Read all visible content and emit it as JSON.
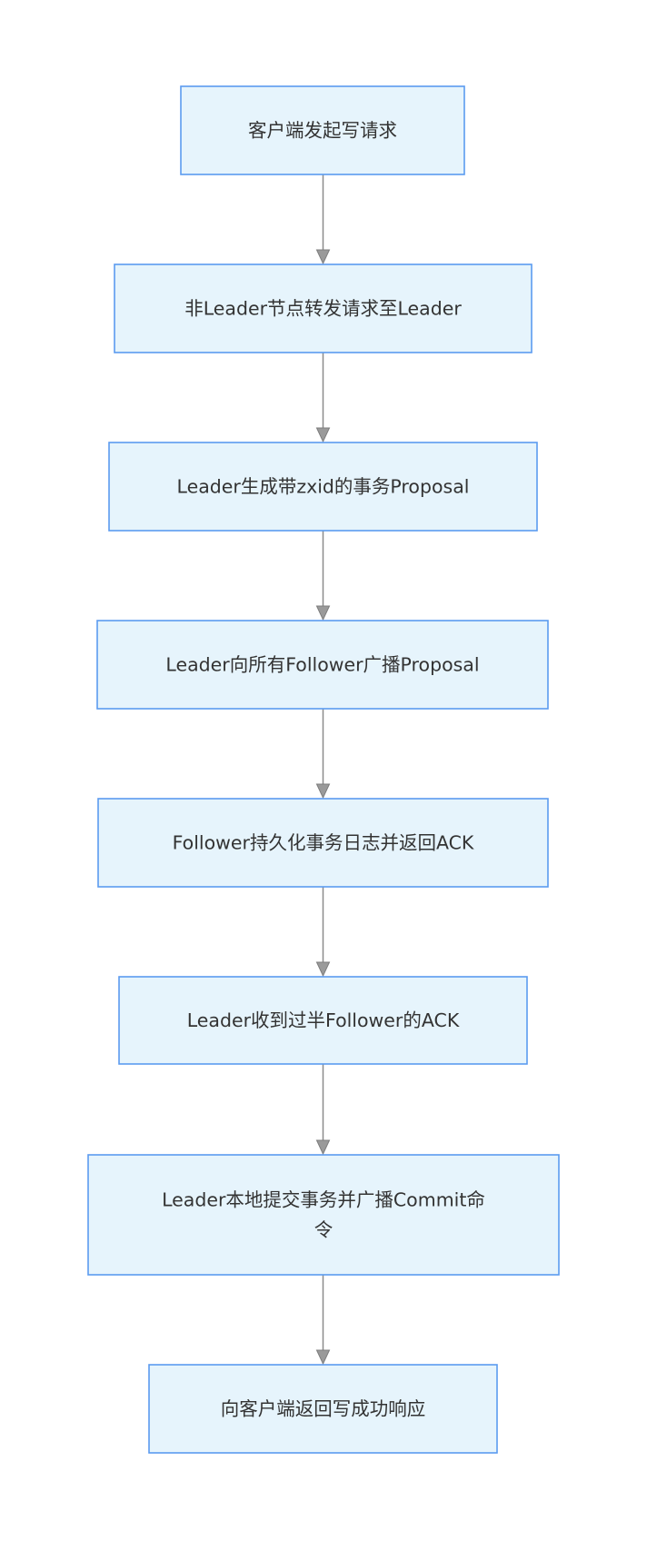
{
  "diagram": {
    "type": "flowchart",
    "direction": "top-to-bottom",
    "colors": {
      "node_fill": "#e6f4fc",
      "node_border": "#5b9bf0",
      "node_text": "#333333",
      "edge": "#8c8c8c"
    },
    "nodes": [
      {
        "id": "n1",
        "lines": [
          "客户端发起写请求"
        ]
      },
      {
        "id": "n2",
        "lines": [
          "非Leader节点转发请求至Leader"
        ]
      },
      {
        "id": "n3",
        "lines": [
          "Leader生成带zxid的事务Proposal"
        ]
      },
      {
        "id": "n4",
        "lines": [
          "Leader向所有Follower广播Proposal"
        ]
      },
      {
        "id": "n5",
        "lines": [
          "Follower持久化事务日志并返回ACK"
        ]
      },
      {
        "id": "n6",
        "lines": [
          "Leader收到过半Follower的ACK"
        ]
      },
      {
        "id": "n7",
        "lines": [
          "Leader本地提交事务并广播Commit命",
          "令"
        ]
      },
      {
        "id": "n8",
        "lines": [
          "向客户端返回写成功响应"
        ]
      }
    ],
    "edges": [
      {
        "from": "n1",
        "to": "n2"
      },
      {
        "from": "n2",
        "to": "n3"
      },
      {
        "from": "n3",
        "to": "n4"
      },
      {
        "from": "n4",
        "to": "n5"
      },
      {
        "from": "n5",
        "to": "n6"
      },
      {
        "from": "n6",
        "to": "n7"
      },
      {
        "from": "n7",
        "to": "n8"
      }
    ]
  }
}
